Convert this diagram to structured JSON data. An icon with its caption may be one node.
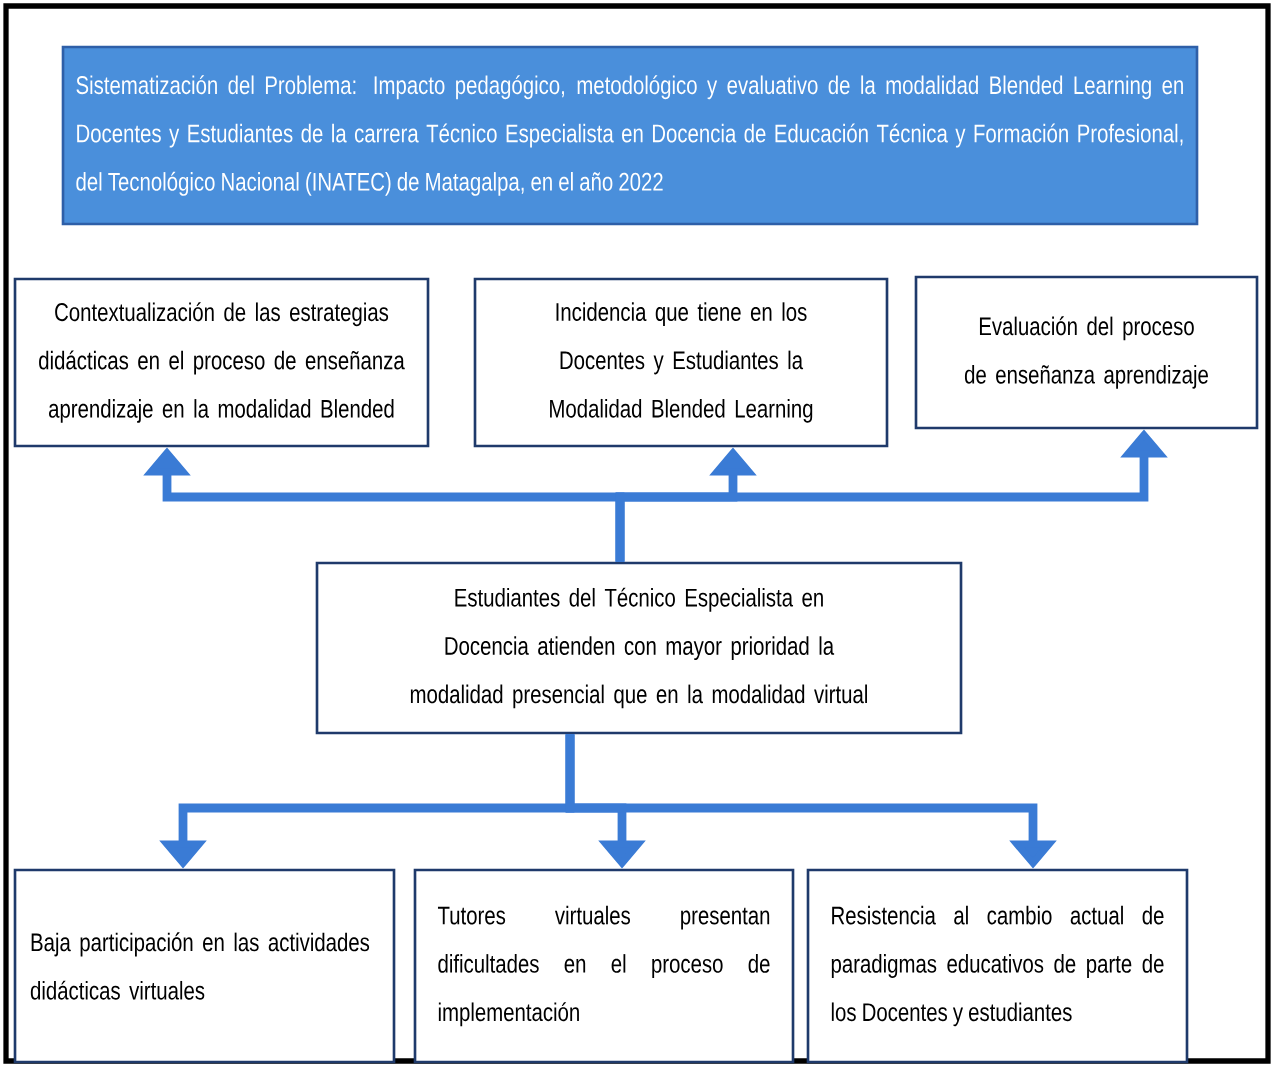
{
  "diagram": {
    "nodes": [
      {
        "text": [
          "Sistematización del Problema:  Impacto pedagógico, metodológico y evaluativo de la modalidad Blended Learning en Docentes y Estudiantes de la carrera Técnico Especialista en Docencia de Educación Técnica y Formación Profesional, del Tecnológico Nacional (INATEC) de Matagalpa, en el año 2022"
        ]
      },
      {
        "text": [
          "Contextualización de las estrategias didácticas en el proceso de enseñanza aprendizaje en la modalidad Blended"
        ]
      },
      {
        "text": [
          "Incidencia que tiene en los Docentes y Estudiantes la Modalidad Blended Learning"
        ]
      },
      {
        "text": [
          "Evaluación del proceso de enseñanza aprendizaje"
        ]
      },
      {
        "text": [
          "Estudiantes del Técnico Especialista en Docencia atienden con mayor prioridad la modalidad presencial que en la modalidad virtual"
        ]
      },
      {
        "text": [
          "Baja participación en las actividades didácticas virtuales"
        ]
      },
      {
        "text": [
          "Tutores virtuales presentan dificultades en el proceso de implementación"
        ]
      },
      {
        "text": [
          "Resistencia al cambio actual de paradigmas educativos de parte de los Docentes y estudiantes"
        ]
      }
    ],
    "edges": [
      {
        "from": 4,
        "to": 1,
        "arrow": "to"
      },
      {
        "from": 4,
        "to": 2,
        "arrow": "to"
      },
      {
        "from": 4,
        "to": 3,
        "arrow": "to"
      },
      {
        "from": 4,
        "to": 5,
        "arrow": "to"
      },
      {
        "from": 4,
        "to": 6,
        "arrow": "to"
      },
      {
        "from": 4,
        "to": 7,
        "arrow": "to"
      }
    ]
  }
}
